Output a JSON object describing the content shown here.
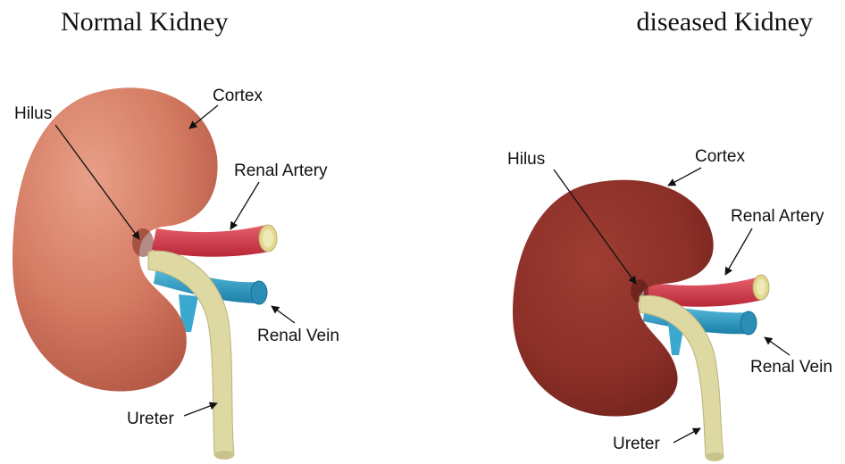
{
  "titles": {
    "left": "Normal Kidney",
    "right": "diseased Kidney"
  },
  "labels": {
    "hilus": "Hilus",
    "cortex": "Cortex",
    "renal_artery": "Renal Artery",
    "renal_vein": "Renal Vein",
    "ureter": "Ureter"
  },
  "colors": {
    "normal_kidney": "#d47a62",
    "diseased_kidney": "#8b2f27",
    "artery": "#d83a4a",
    "vein": "#2e9cc4",
    "ureter": "#ded8a2"
  }
}
